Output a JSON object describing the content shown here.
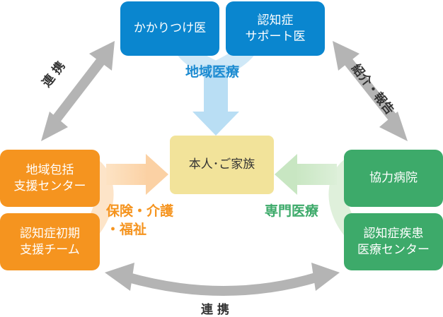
{
  "nodes": {
    "kakaritsuke": "かかりつけ医",
    "ninchisho_support": "認知症\nサポート医",
    "center": "本人･ご家族",
    "chiiki_houkatsu": "地域包括\n支援センター",
    "ninchisho_shoki": "認知症初期\n支援チーム",
    "kyoryoku_byoin": "協力病院",
    "ninchisho_shikkan": "認知症疾患\n医療センター"
  },
  "labels": {
    "chiiki_iryo": "地域医療",
    "hoken": "保険・介護\n・福祉",
    "senmon": "専門医療",
    "renkei_left": "連 携",
    "renkei_bottom": "連 携",
    "shoukai": "紹介・報告"
  },
  "colors": {
    "blue": "#0a86cf",
    "orange": "#f5941f",
    "green": "#3daa6a",
    "center": "#f2e39a",
    "arrow_gray": "#b4b4b4"
  }
}
